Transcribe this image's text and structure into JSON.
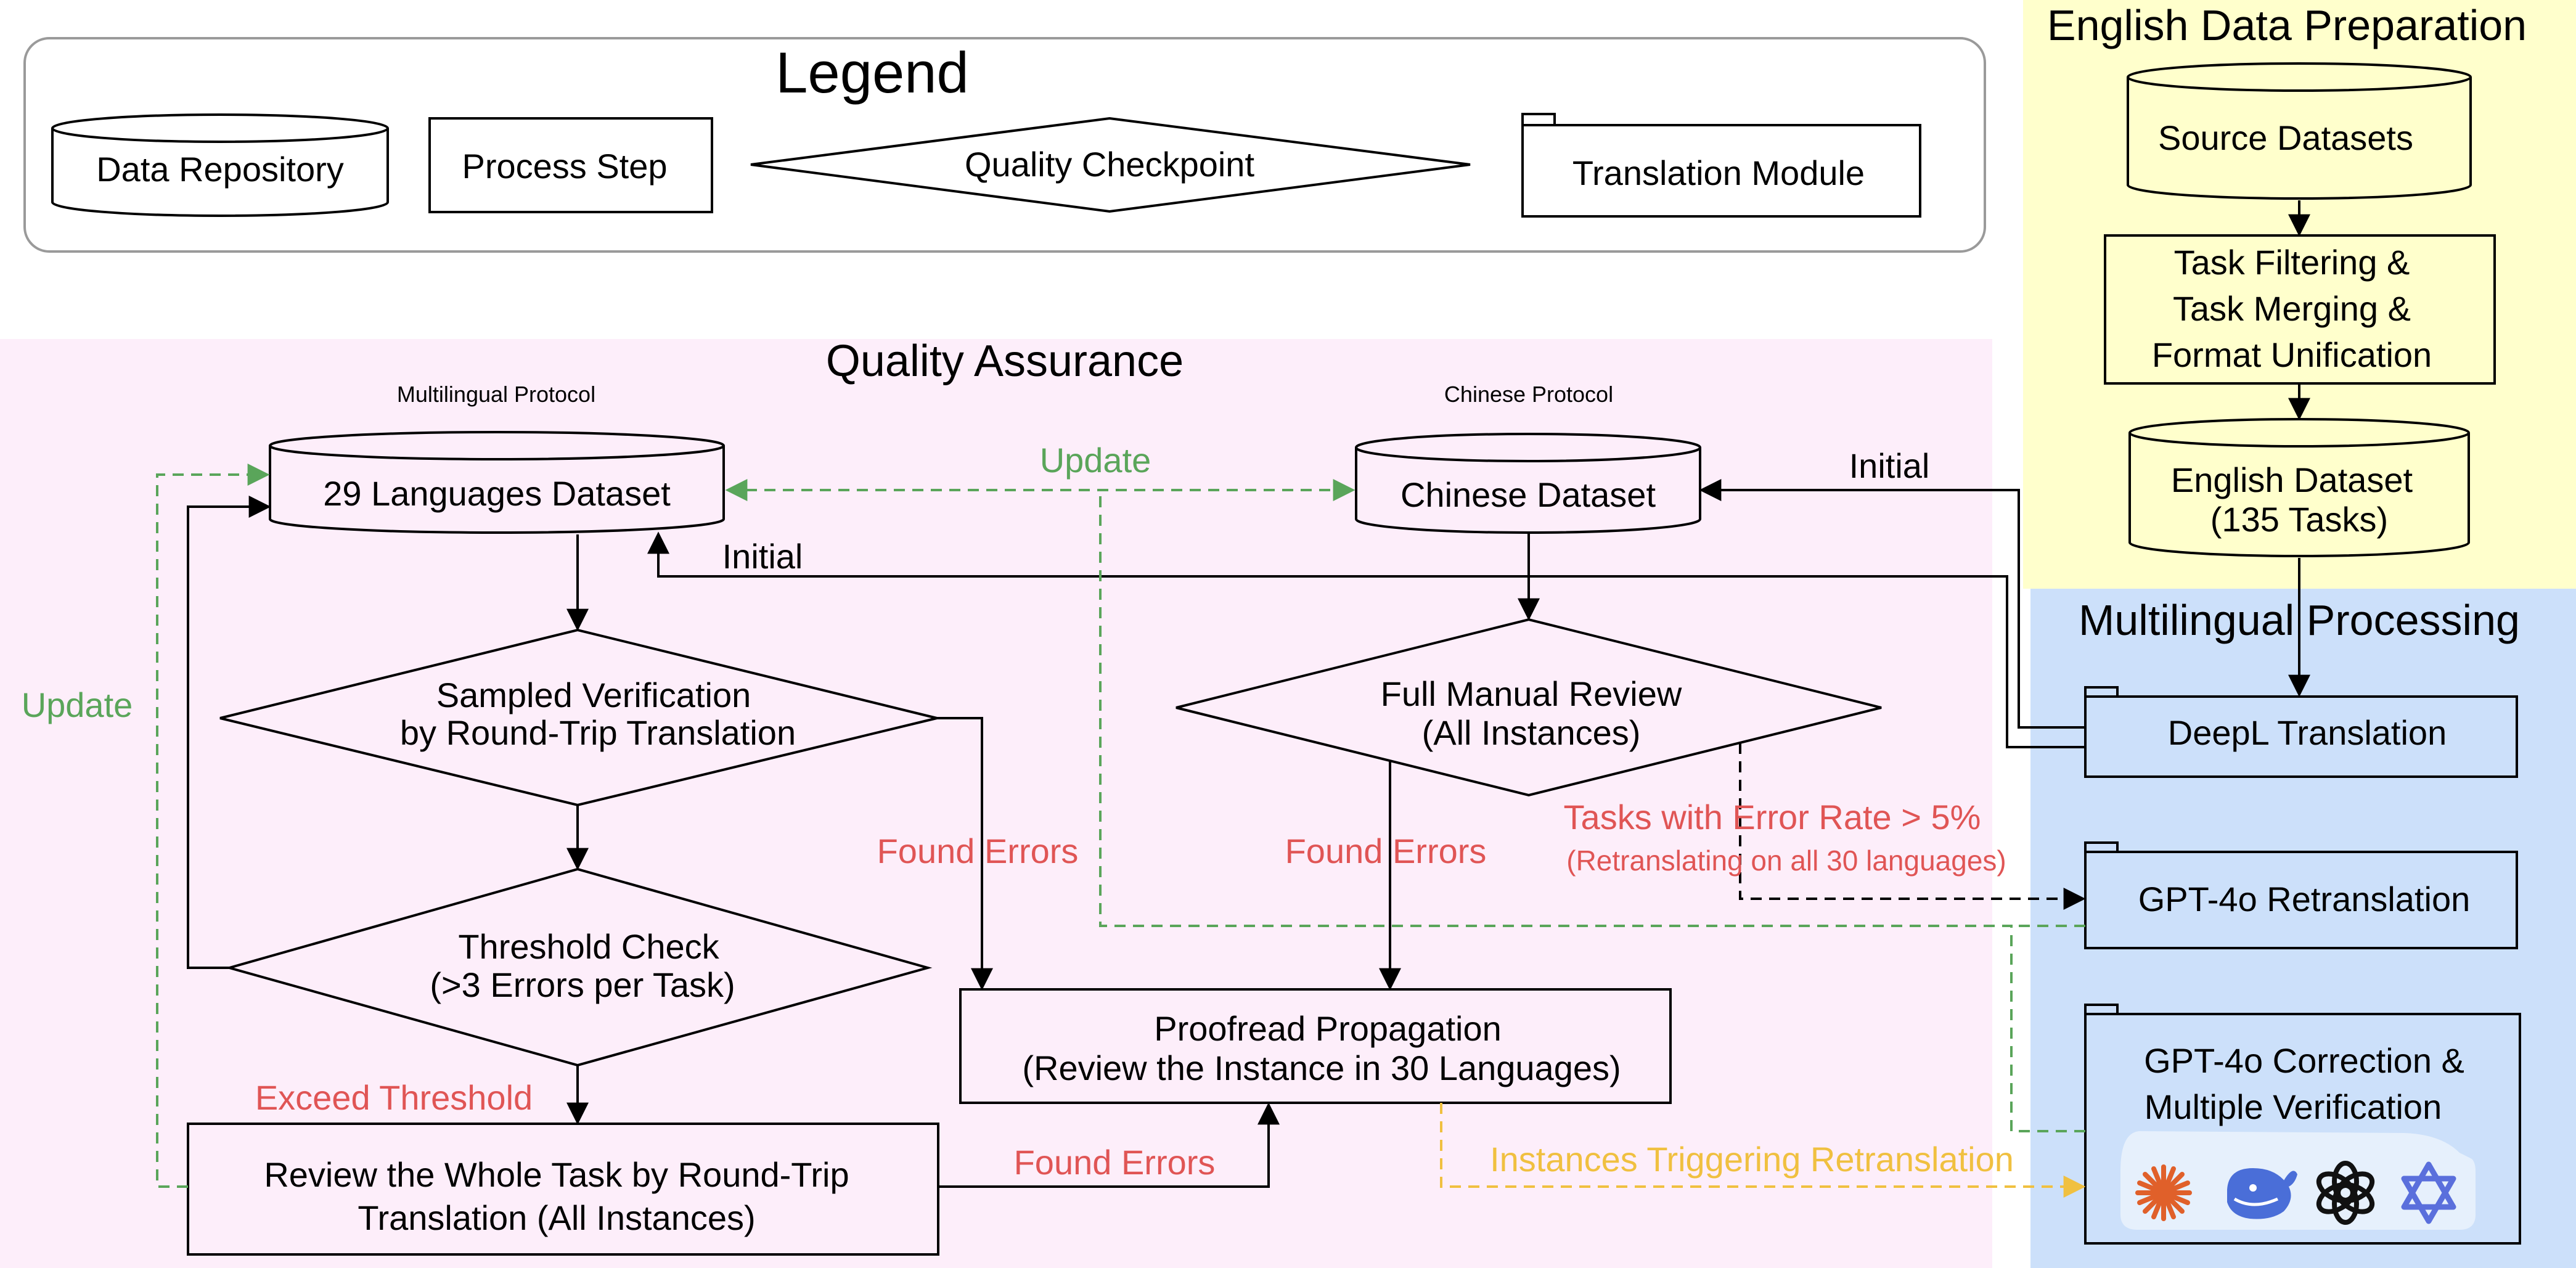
{
  "colors": {
    "qa_bg": "#fdeefa",
    "english_bg": "#ffffcc",
    "multi_bg": "#cce0fa",
    "green": "#5aa55a",
    "red": "#e05555",
    "yellow": "#f0c040",
    "black": "#000000"
  },
  "legend": {
    "title": "Legend",
    "data_repository": "Data Repository",
    "process_step": "Process Step",
    "quality_checkpoint": "Quality Checkpoint",
    "translation_module": "Translation Module"
  },
  "english": {
    "title": "English Data Preparation",
    "source_datasets": "Source Datasets",
    "filter_line1": "Task Filtering &",
    "filter_line2": "Task Merging &",
    "filter_line3": "Format Unification",
    "english_dataset_line1": "English Dataset",
    "english_dataset_line2": "(135 Tasks)"
  },
  "multilingual_processing": {
    "title": "Multilingual Processing",
    "deepl": "DeepL Translation",
    "gpt4o_retranslation": "GPT-4o Retranslation",
    "correction_line1": "GPT-4o Correction &",
    "correction_line2": "Multiple Verification",
    "model_icons": [
      "claude-icon",
      "deepseek-icon",
      "openai-icon",
      "qwen-icon"
    ]
  },
  "qa": {
    "title": "Quality Assurance",
    "multilingual_protocol": "Multilingual Protocol",
    "chinese_protocol": "Chinese Protocol",
    "languages_dataset": "29 Languages Dataset",
    "chinese_dataset": "Chinese Dataset",
    "sampled_line1": "Sampled Verification",
    "sampled_line2": "by Round-Trip Translation",
    "threshold_line1": "Threshold Check",
    "threshold_line2": "(>3 Errors per Task)",
    "review_whole_line1": "Review the Whole Task by Round-Trip",
    "review_whole_line2": "Translation (All Instances)",
    "full_review_line1": "Full Manual Review",
    "full_review_line2": "(All Instances)",
    "proofread_line1": "Proofread Propagation",
    "proofread_line2": "(Review the Instance in 30 Languages)"
  },
  "edge_labels": {
    "update_top": "Update",
    "update_left": "Update",
    "initial_left": "Initial",
    "initial_right": "Initial",
    "found_errors_1": "Found Errors",
    "found_errors_2": "Found Errors",
    "found_errors_3": "Found Errors",
    "exceed_threshold": "Exceed Threshold",
    "error_rate_line1": "Tasks with Error Rate > 5%",
    "error_rate_line2": "(Retranslating on all 30 languages)",
    "instances_retranslation": "Instances Triggering Retranslation"
  }
}
